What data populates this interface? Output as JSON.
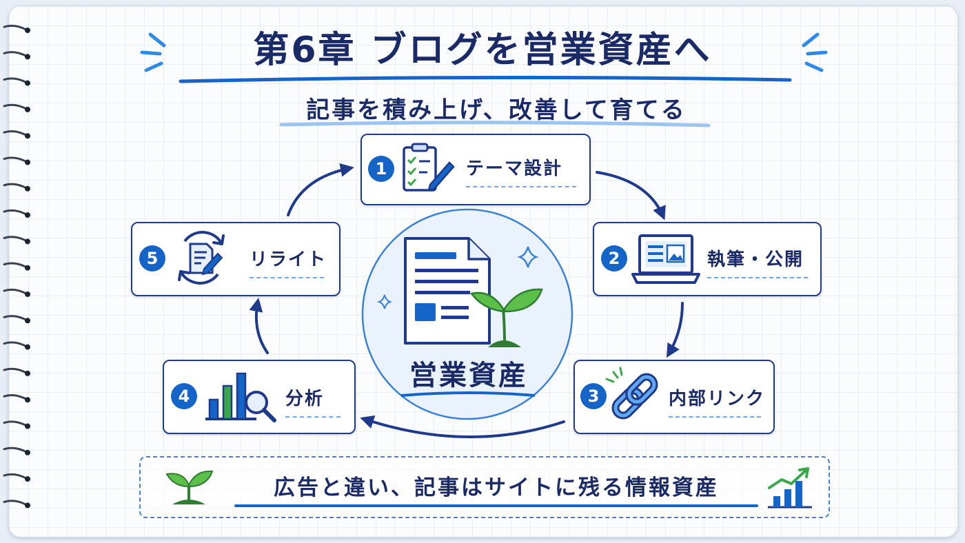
{
  "title": "第6章 ブログを営業資産へ",
  "subtitle": "記事を積み上げ、改善して育てる",
  "center": {
    "label": "営業資産"
  },
  "steps": [
    {
      "number": "1",
      "label": "テーマ設計",
      "icon": "clipboard-pencil-icon"
    },
    {
      "number": "2",
      "label": "執筆・公開",
      "icon": "laptop-icon"
    },
    {
      "number": "3",
      "label": "内部リンク",
      "icon": "chain-link-icon"
    },
    {
      "number": "4",
      "label": "分析",
      "icon": "bar-chart-magnifier-icon"
    },
    {
      "number": "5",
      "label": "リライト",
      "icon": "document-refresh-icon"
    }
  ],
  "footer": {
    "text": "広告と違い、記事はサイトに残る情報資産"
  },
  "colors": {
    "navy": "#1a2a66",
    "accent": "#1565c8",
    "green": "#3aa84a",
    "light_blue": "#e6f0fc"
  }
}
